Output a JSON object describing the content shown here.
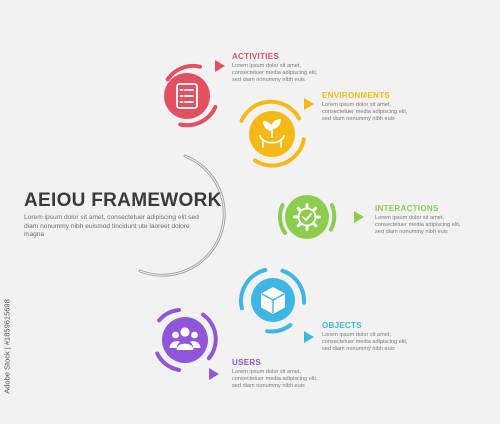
{
  "title": "AEIOU FRAMEWORK",
  "subtitle": "Lorem ipsum dolor sit amet, consectetuer adipiscing elit sed diam nonummy nibh euismod tincidunt ute laoreet dolore magna",
  "side_stamp": "Adobe Stock | #1859615698",
  "colors": {
    "background": "#f2f2f2",
    "activities": "#e25161",
    "environments": "#f5b915",
    "interactions": "#8ccd4e",
    "objects": "#3fb5e6",
    "users": "#8f56d9",
    "arc": "#a7a7a7"
  },
  "steps": [
    {
      "key": "activities",
      "heading": "ACTIVITIES",
      "icon": "checklist-icon",
      "desc": "Lorem ipsum dolor sit amet, consectetuer media adipiscing elit, sed diam nonummy nibh euis"
    },
    {
      "key": "environments",
      "heading": "ENVIRONMENTS",
      "icon": "eco-hand-plant-icon",
      "desc": "Lorem ipsum dolor sit amet, consectetuer media adipiscing elit, sed diam nonummy nibh euis"
    },
    {
      "key": "interactions",
      "heading": "INTERACTIONS",
      "icon": "gear-check-icon",
      "desc": "Lorem ipsum dolor sit amet, consectetuer media adipiscing elit, sed diam nonummy nibh euis"
    },
    {
      "key": "objects",
      "heading": "OBJECTS",
      "icon": "cube-box-icon",
      "desc": "Lorem ipsum dolor sit amet, consectetuer media adipiscing elit, sed diam nonummy nibh euis"
    },
    {
      "key": "users",
      "heading": "USERS",
      "icon": "user-group-icon",
      "desc": "Lorem ipsum dolor sit amet, consectetuer media adipiscing elit, sed diam nonummy nibh euis"
    }
  ]
}
